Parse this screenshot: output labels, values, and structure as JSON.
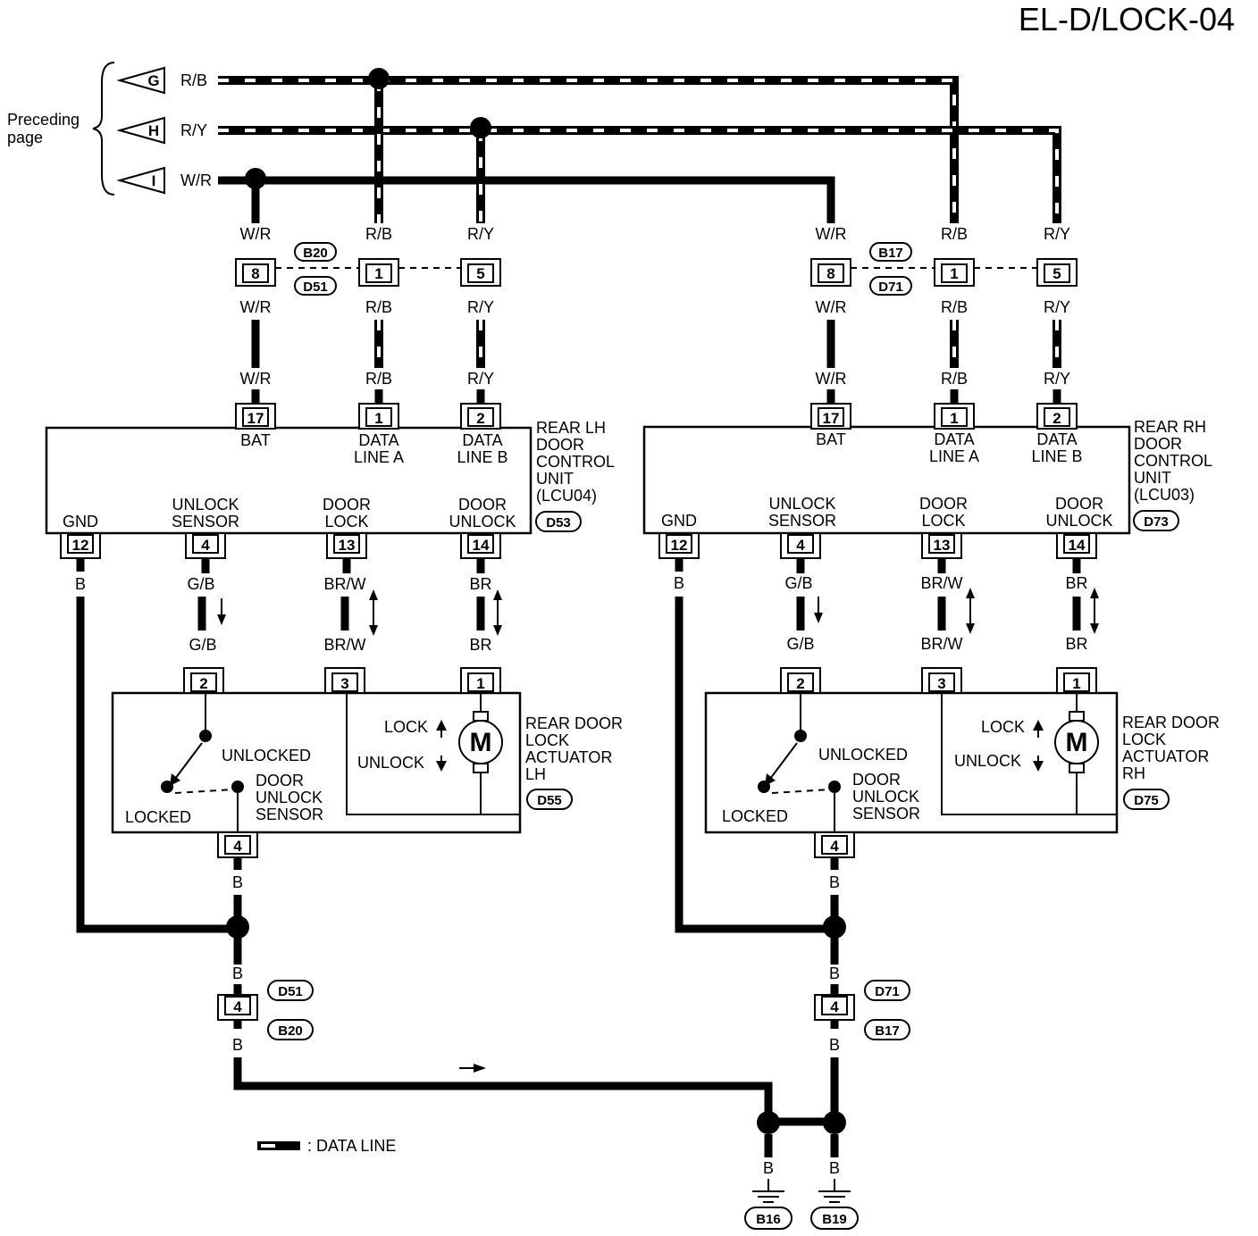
{
  "page_code": "EL-D/LOCK-04",
  "preceding": {
    "line1": "Preceding",
    "line2": "page",
    "flags": [
      "G",
      "H",
      "I"
    ],
    "colors": [
      "R/B",
      "R/Y",
      "W/R"
    ]
  },
  "legend": ": DATA LINE",
  "left": {
    "pair_badges": [
      "B20",
      "D51"
    ],
    "pair_pins": [
      "8",
      "1",
      "5"
    ],
    "wire_colors": [
      "W/R",
      "R/B",
      "R/Y"
    ],
    "lcu": {
      "name": [
        "REAR LH",
        "DOOR",
        "CONTROL",
        "UNIT",
        "(LCU04)"
      ],
      "badge": "D53",
      "top_pins": [
        "17",
        "1",
        "2"
      ],
      "top_labels": [
        "BAT",
        "DATA",
        "LINE A",
        "DATA",
        "LINE B"
      ],
      "bottom_labels": [
        "GND",
        "UNLOCK",
        "SENSOR",
        "DOOR",
        "LOCK",
        "DOOR",
        "UNLOCK"
      ],
      "bottom_pins": [
        "12",
        "4",
        "13",
        "14"
      ]
    },
    "mid_colors": [
      "B",
      "G/B",
      "BR/W",
      "BR"
    ],
    "actuator": {
      "name": [
        "REAR DOOR",
        "LOCK",
        "ACTUATOR",
        "LH"
      ],
      "badge": "D55",
      "pins": [
        "2",
        "3",
        "1"
      ],
      "motor": "M",
      "lock_label": "LOCK",
      "unlock_label": "UNLOCK",
      "unlocked": "UNLOCKED",
      "locked": "LOCKED",
      "sensor": [
        "DOOR",
        "UNLOCK",
        "SENSOR"
      ],
      "bottom_pin": "4"
    },
    "ground_color": "B",
    "lower_badges": [
      "D51",
      "B20"
    ],
    "lower_pin": "4",
    "ground_badge": "B16"
  },
  "right": {
    "pair_badges": [
      "B17",
      "D71"
    ],
    "pair_pins": [
      "8",
      "1",
      "5"
    ],
    "wire_colors": [
      "W/R",
      "R/B",
      "R/Y"
    ],
    "lcu": {
      "name": [
        "REAR RH",
        "DOOR",
        "CONTROL",
        "UNIT",
        "(LCU03)"
      ],
      "badge": "D73",
      "top_pins": [
        "17",
        "1",
        "2"
      ],
      "top_labels": [
        "BAT",
        "DATA",
        "LINE A",
        "DATA",
        "LINE B"
      ],
      "bottom_labels": [
        "GND",
        "UNLOCK",
        "SENSOR",
        "DOOR",
        "LOCK",
        "DOOR",
        "UNLOCK"
      ],
      "bottom_pins": [
        "12",
        "4",
        "13",
        "14"
      ]
    },
    "mid_colors": [
      "B",
      "G/B",
      "BR/W",
      "BR"
    ],
    "actuator": {
      "name": [
        "REAR DOOR",
        "LOCK",
        "ACTUATOR",
        "RH"
      ],
      "badge": "D75",
      "pins": [
        "2",
        "3",
        "1"
      ],
      "motor": "M",
      "lock_label": "LOCK",
      "unlock_label": "UNLOCK",
      "unlocked": "UNLOCKED",
      "locked": "LOCKED",
      "sensor": [
        "DOOR",
        "UNLOCK",
        "SENSOR"
      ],
      "bottom_pin": "4"
    },
    "ground_color": "B",
    "lower_badges": [
      "D71",
      "B17"
    ],
    "lower_pin": "4",
    "ground_badge": "B19"
  }
}
